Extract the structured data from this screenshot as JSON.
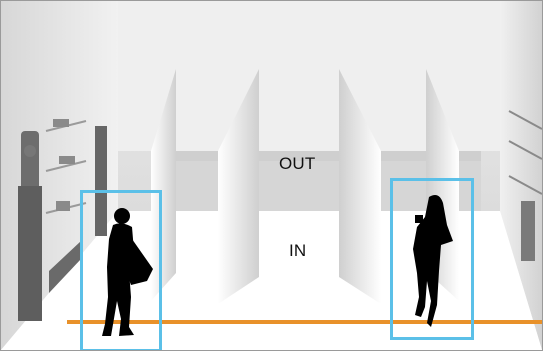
{
  "labels": {
    "out": "OUT",
    "in": "IN"
  },
  "colors": {
    "detection_box": "#5bc0e8",
    "line_of_crossing": "#e8912a",
    "silhouette": "#000000"
  },
  "detections": [
    {
      "id": "person-left",
      "type": "person"
    },
    {
      "id": "person-right",
      "type": "person"
    }
  ]
}
